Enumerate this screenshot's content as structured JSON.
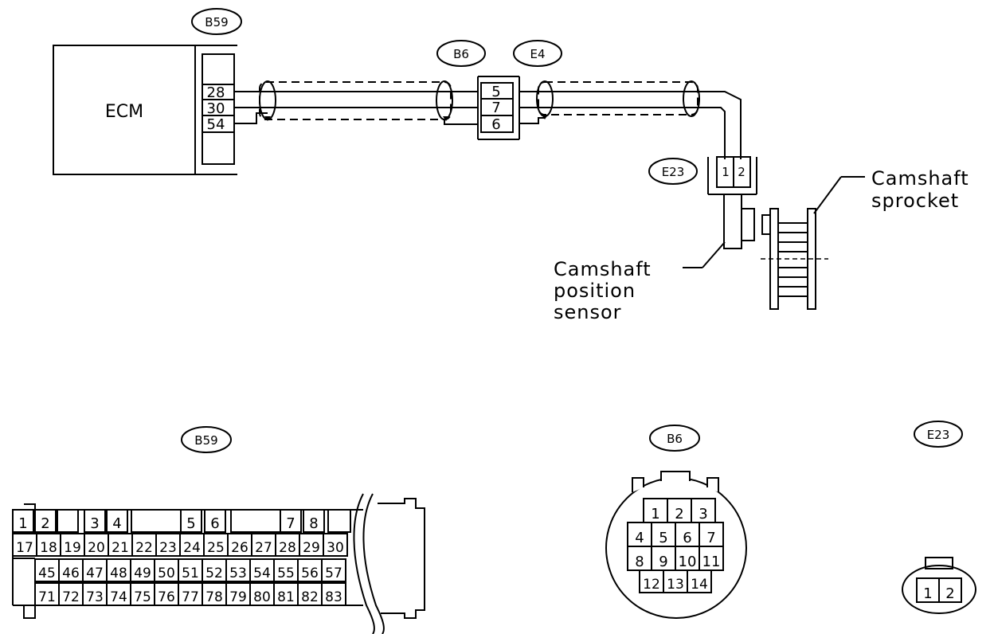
{
  "top": {
    "ecm_label": "ECM",
    "tag_b59": "B59",
    "tag_b6": "B6",
    "tag_e4": "E4",
    "tag_e23": "E23",
    "ecm_pins": [
      "28",
      "30",
      "54"
    ],
    "mid_pins": [
      "5",
      "7",
      "6"
    ],
    "sensor_pins": [
      "1",
      "2"
    ]
  },
  "labels": {
    "sprocket": [
      "Camshaft",
      "sprocket"
    ],
    "sensor": [
      "Camshaft",
      "position",
      "sensor"
    ]
  },
  "connectors": {
    "b59": {
      "tag": "B59",
      "row1": [
        "1",
        "2",
        "3",
        "4",
        "5",
        "6",
        "7",
        "8"
      ],
      "row2": [
        "17",
        "18",
        "19",
        "20",
        "21",
        "22",
        "23",
        "24",
        "25",
        "26",
        "27",
        "28",
        "29",
        "30"
      ],
      "row3": [
        "45",
        "46",
        "47",
        "48",
        "49",
        "50",
        "51",
        "52",
        "53",
        "54",
        "55",
        "56",
        "57"
      ],
      "row4": [
        "71",
        "72",
        "73",
        "74",
        "75",
        "76",
        "77",
        "78",
        "79",
        "80",
        "81",
        "82",
        "83"
      ]
    },
    "b6": {
      "tag": "B6",
      "row1": [
        "1",
        "2",
        "3"
      ],
      "row2": [
        "4",
        "5",
        "6",
        "7"
      ],
      "row3": [
        "8",
        "9",
        "10",
        "11"
      ],
      "row4": [
        "12",
        "13",
        "14"
      ]
    },
    "e23": {
      "tag": "E23",
      "pins": [
        "1",
        "2"
      ]
    }
  }
}
